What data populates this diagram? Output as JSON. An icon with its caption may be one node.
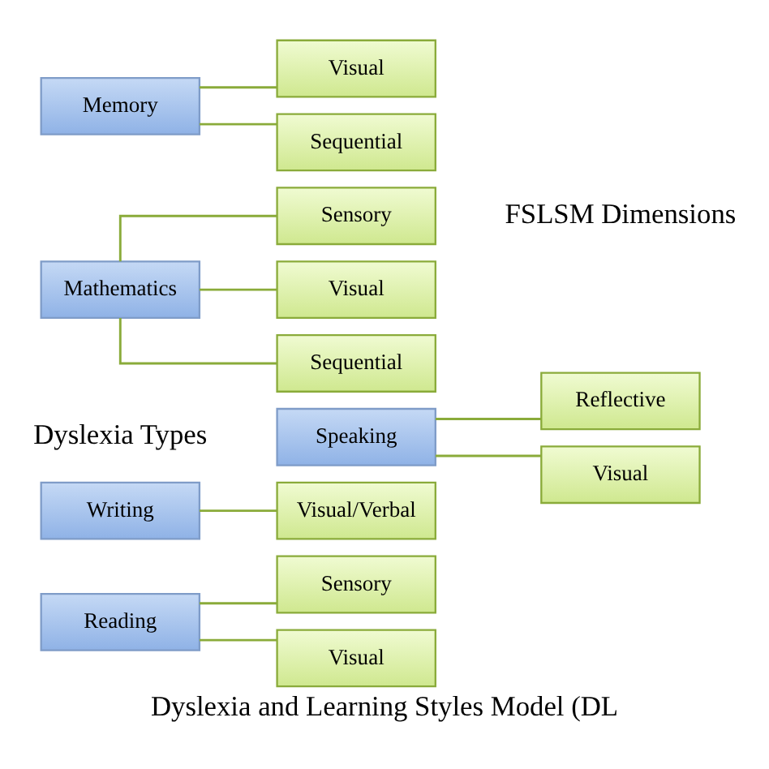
{
  "diagram": {
    "caption": "Dyslexia and Learning Styles Model (DL",
    "nodes": [
      {
        "text": [
          "Reading"
        ]
      },
      {
        "text": [
          "Sensory"
        ]
      },
      {
        "text": [
          "Visual"
        ]
      },
      {
        "text": [
          "Writing"
        ]
      },
      {
        "text": [
          "Visual/Verbal"
        ]
      },
      {
        "text": [
          "Speaking"
        ]
      },
      {
        "text": [
          "Reflective"
        ]
      },
      {
        "text": [
          "Visual"
        ]
      },
      {
        "text": [
          "Mathematics"
        ]
      },
      {
        "text": [
          "Sensory"
        ]
      },
      {
        "text": [
          "Visual"
        ]
      },
      {
        "text": [
          "Sequential"
        ]
      },
      {
        "text": [
          "Memory"
        ]
      },
      {
        "text": [
          "Visual"
        ]
      },
      {
        "text": [
          "Sequential"
        ]
      }
    ],
    "edges": [
      {
        "from": 0,
        "to": 1,
        "arrow": "none"
      },
      {
        "from": 0,
        "to": 2,
        "arrow": "none"
      },
      {
        "from": 3,
        "to": 4,
        "arrow": "none"
      },
      {
        "from": 5,
        "to": 6,
        "arrow": "none"
      },
      {
        "from": 5,
        "to": 7,
        "arrow": "none"
      },
      {
        "from": 8,
        "to": 9,
        "arrow": "none"
      },
      {
        "from": 8,
        "to": 10,
        "arrow": "none"
      },
      {
        "from": 8,
        "to": 11,
        "arrow": "none"
      },
      {
        "from": 12,
        "to": 13,
        "arrow": "none"
      },
      {
        "from": 12,
        "to": 14,
        "arrow": "none"
      }
    ],
    "labels": [
      "Dyslexia Types",
      "FSLSM Dimensions"
    ]
  }
}
